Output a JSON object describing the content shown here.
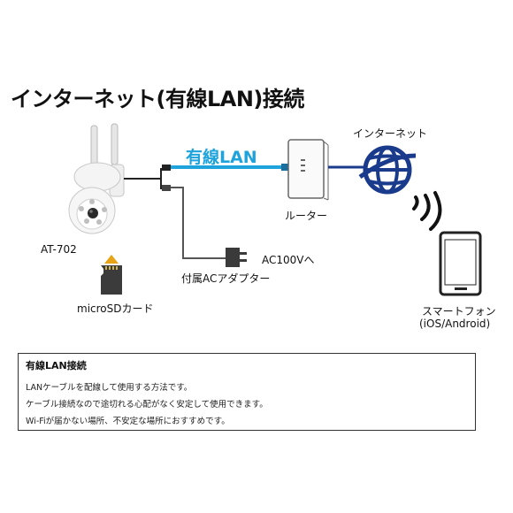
{
  "title": "インターネット(有線LAN)接続",
  "diagram": {
    "lan_label": "有線LAN",
    "camera_label": "AT-702",
    "router_label": "ルーター",
    "internet_label": "インターネット",
    "ac_label": "AC100Vへ",
    "adapter_label": "付属ACアダプター",
    "microsd_label": "microSDカード",
    "smartphone_label": "スマートフォン",
    "smartphone_os_label": "(iOS/Android)"
  },
  "colors": {
    "lan_cable": "#1ea3dc",
    "globe": "#1a3b8c",
    "power_cable": "#555555",
    "camera_body": "#f2f2f2",
    "sd_arrow": "#e8a317"
  },
  "icons": [
    "camera-icon",
    "router-icon",
    "globe-icon",
    "wifi-waves-icon",
    "smartphone-icon",
    "ac-plug-icon",
    "microsd-icon",
    "arrow-up-icon"
  ],
  "note": {
    "title": "有線LAN接続",
    "lines": [
      "LANケーブルを配線して使用する方法です。",
      "ケーブル接続なので途切れる心配がなく安定して使用できます。",
      "Wi-Fiが届かない場所、不安定な場所におすすめです。"
    ]
  }
}
